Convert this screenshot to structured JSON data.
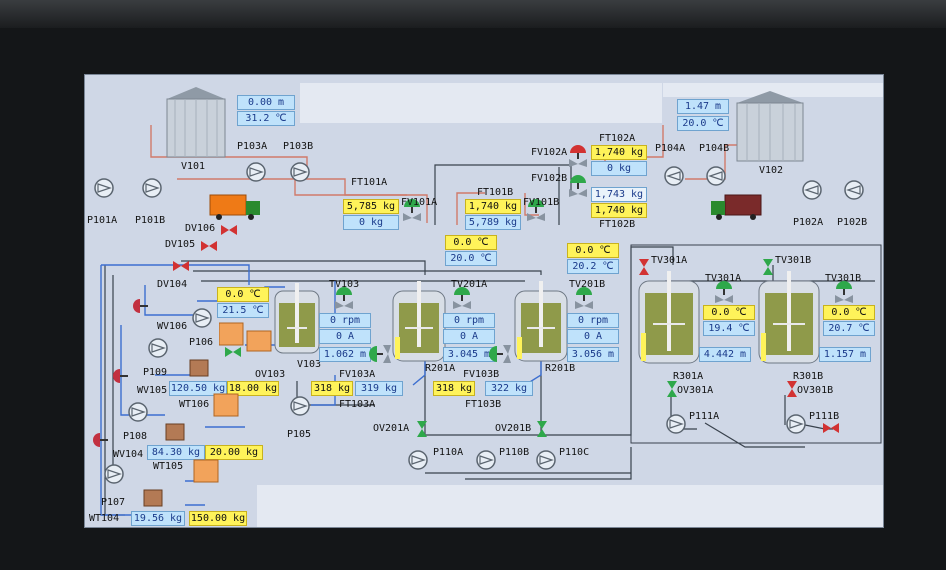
{
  "silos": {
    "v101": "V101",
    "v102": "V102"
  },
  "v101": {
    "level": "0.00 m",
    "temp": "31.2 ℃"
  },
  "v102": {
    "level": "1.47 m",
    "temp": "20.0 ℃"
  },
  "pumps": {
    "p101a": "P101A",
    "p101b": "P101B",
    "p103a": "P103A",
    "p103b": "P103B",
    "p104a": "P104A",
    "p104b": "P104B",
    "p102a": "P102A",
    "p102b": "P102B",
    "p106": "P106",
    "p109": "P109",
    "p108": "P108",
    "p107": "P107",
    "p105": "P105",
    "p110a": "P110A",
    "p110b": "P110B",
    "p110c": "P110C",
    "p111a": "P111A",
    "p111b": "P111B"
  },
  "flow": {
    "ft101a": {
      "label": "FT101A",
      "set": "5,785 kg",
      "act": "0 kg"
    },
    "fv101a": "FV101A",
    "ft101b": {
      "label": "FT101B",
      "set": "1,740 kg",
      "act": "5,789 kg"
    },
    "fv101b": "FV101B",
    "fv102a": "FV102A",
    "ft102a": {
      "label": "FT102A",
      "set": "1,740 kg",
      "act": "0 kg"
    },
    "fv102b": "FV102B",
    "ft102b": {
      "label": "FT102B",
      "act": "1,743 kg",
      "set": "1,740 kg"
    }
  },
  "valves": {
    "dv106": "DV106",
    "dv105": "DV105",
    "dv104": "DV104",
    "wv106": "WV106",
    "wv105": "WV105",
    "wv104": "WV104",
    "ov103": "OV103",
    "ov201a": "OV201A",
    "ov201b": "OV201B",
    "tv301a_top": "TV301A",
    "tv301b_top": "TV301B",
    "ov301a": "OV301A",
    "ov301b": "OV301B"
  },
  "weights": {
    "wt106": {
      "label": "WT106",
      "act": "120.50 kg",
      "set": "18.00 kg"
    },
    "wt105": {
      "label": "WT105",
      "act": "84.30 kg",
      "set": "20.00 kg"
    },
    "wt104": {
      "label": "WT104",
      "act": "19.56 kg",
      "set": "150.00 kg"
    }
  },
  "reactors": {
    "v103": {
      "name": "V103",
      "tv": "TV103",
      "set": "0.0 ℃",
      "temp": "21.5 ℃",
      "rpm": "0 rpm",
      "amp": "0 A",
      "level": "1.062 m"
    },
    "r201a": {
      "name": "R201A",
      "tv": "TV201A",
      "set": "0.0 ℃",
      "temp": "20.0 ℃",
      "rpm": "0 rpm",
      "amp": "0 A",
      "level": "3.045 m"
    },
    "r201b": {
      "name": "R201B",
      "tv": "TV201B",
      "set": "0.0 ℃",
      "temp": "20.2 ℃",
      "rpm": "0 rpm",
      "amp": "0 A",
      "level": "3.056 m"
    },
    "r301a": {
      "name": "R301A",
      "tv": "TV301A",
      "set": "0.0 ℃",
      "temp": "19.4 ℃",
      "level": "4.442 m"
    },
    "r301b": {
      "name": "R301B",
      "tv": "TV301B",
      "set": "0.0 ℃",
      "temp": "20.7 ℃",
      "level": "1.157 m"
    }
  },
  "ft103a": {
    "label": "FT103A",
    "set": "318 kg",
    "act": "319 kg"
  },
  "fv103a": "FV103A",
  "ft103b": {
    "label": "FT103B",
    "set": "318 kg",
    "act": "322 kg"
  },
  "fv103b": "FV103B",
  "colors": {
    "screen": "#cfd7e6",
    "pipe_blue": "#3d6fd0",
    "pipe_red": "#d07a6a",
    "pipe_dark": "#39424d",
    "valve_green": "#2ea84a",
    "valve_red": "#d23232",
    "setpoint_yellow": "#fff35a",
    "value_blue": "#bfe2fb"
  }
}
